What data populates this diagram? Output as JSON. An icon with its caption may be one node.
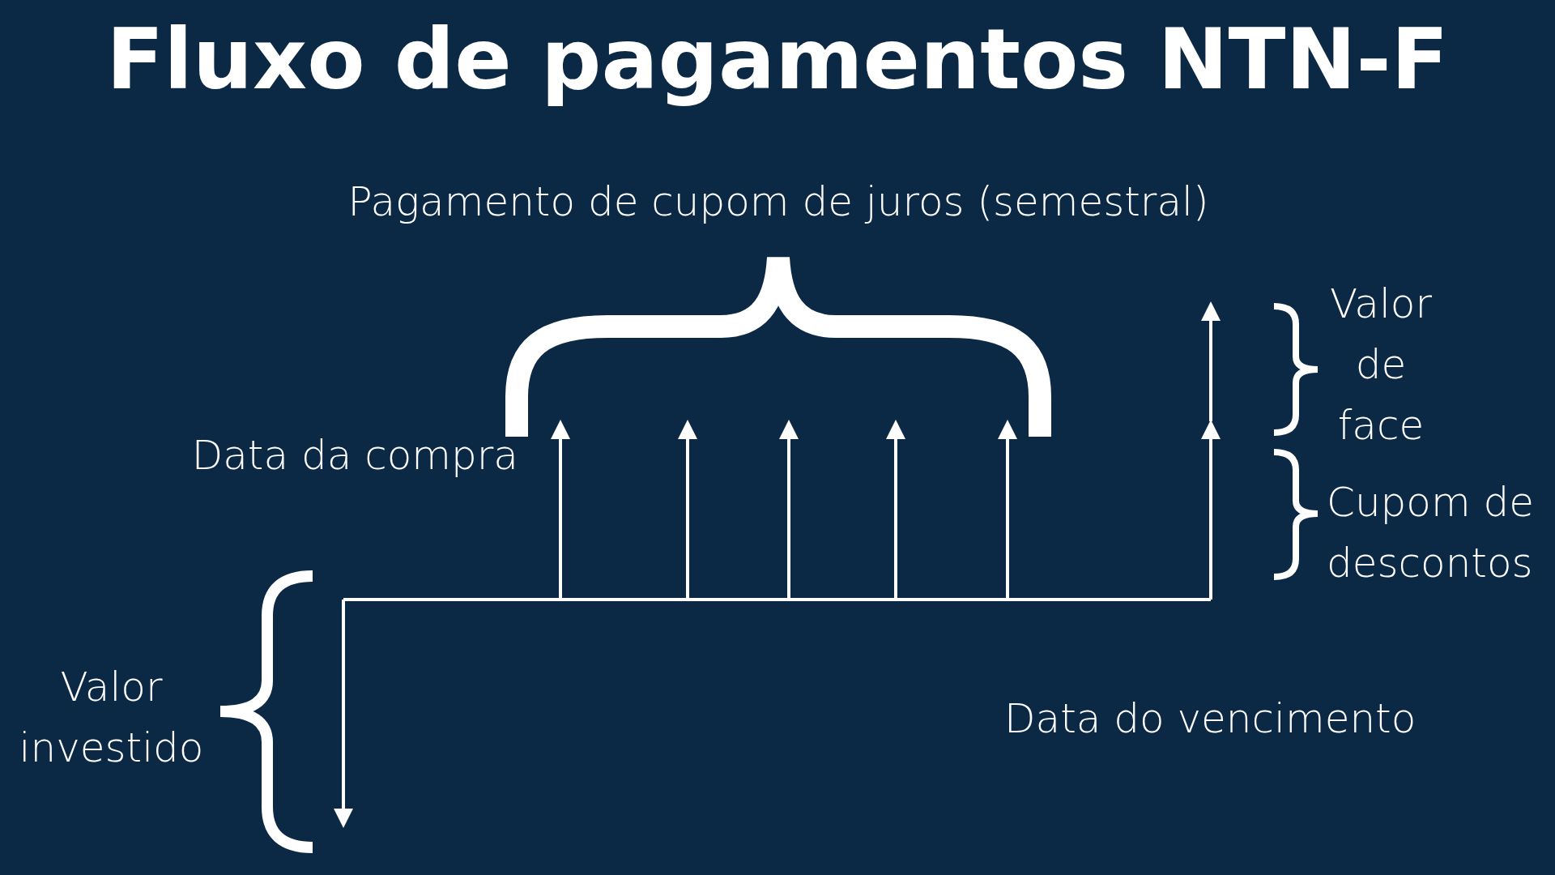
{
  "diagram": {
    "title": "Fluxo de pagamentos NTN-F",
    "labels": [
      "Pagamento de cupom de juros (semestral)",
      "Data da compra",
      "Valor de face",
      "Cupom de descontos",
      "Valor investido",
      "Data do vencimento"
    ]
  }
}
